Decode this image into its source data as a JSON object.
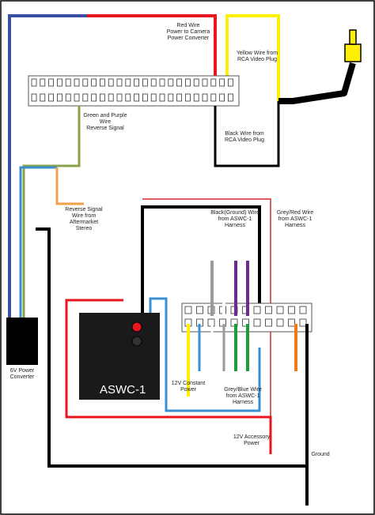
{
  "labels": {
    "red_wire": [
      "Red Wire",
      "Power to Camera",
      "Power Converter"
    ],
    "yellow_wire": [
      "Yellow Wire from",
      "RCA Video Plug"
    ],
    "black_wire": [
      "Black  Wire from",
      "RCA Video Plug"
    ],
    "green_purple": [
      "Green and Purple",
      "Wire",
      "Reverse Signal"
    ],
    "reverse_signal": [
      "Reverse Signal",
      "Wire from",
      "Aftermarket",
      "Stereo"
    ],
    "black_ground": [
      "Black(Ground) Wire",
      "from ASWC-1",
      "Harness"
    ],
    "grey_red": [
      "Grey/Red Wire",
      "from ASWC-1",
      "Harness"
    ],
    "converter_6v": [
      "6V Power",
      "Converter"
    ],
    "constant_12v": [
      "12V Constant",
      "Power"
    ],
    "grey_blue": [
      "Grey/Blue Wire",
      "from ASWC-1",
      "Harness"
    ],
    "accessory_12v": [
      "12V Accessory",
      "Power"
    ],
    "ground": [
      "Ground"
    ]
  },
  "module": {
    "name": "ASWC-1"
  },
  "colors": {
    "red": "#e8161e",
    "black": "#000000",
    "yellow": "#ffef00",
    "blue": "#3b4fa0",
    "light_blue": "#3a8fd0",
    "green": "#8aa34a",
    "orange": "#f2a04a",
    "grey_red": "#e06060",
    "grey": "#9a9a9a",
    "purple": "#6a2c91",
    "bright_green": "#1a9e3a",
    "harness_orange": "#f07a1a"
  }
}
